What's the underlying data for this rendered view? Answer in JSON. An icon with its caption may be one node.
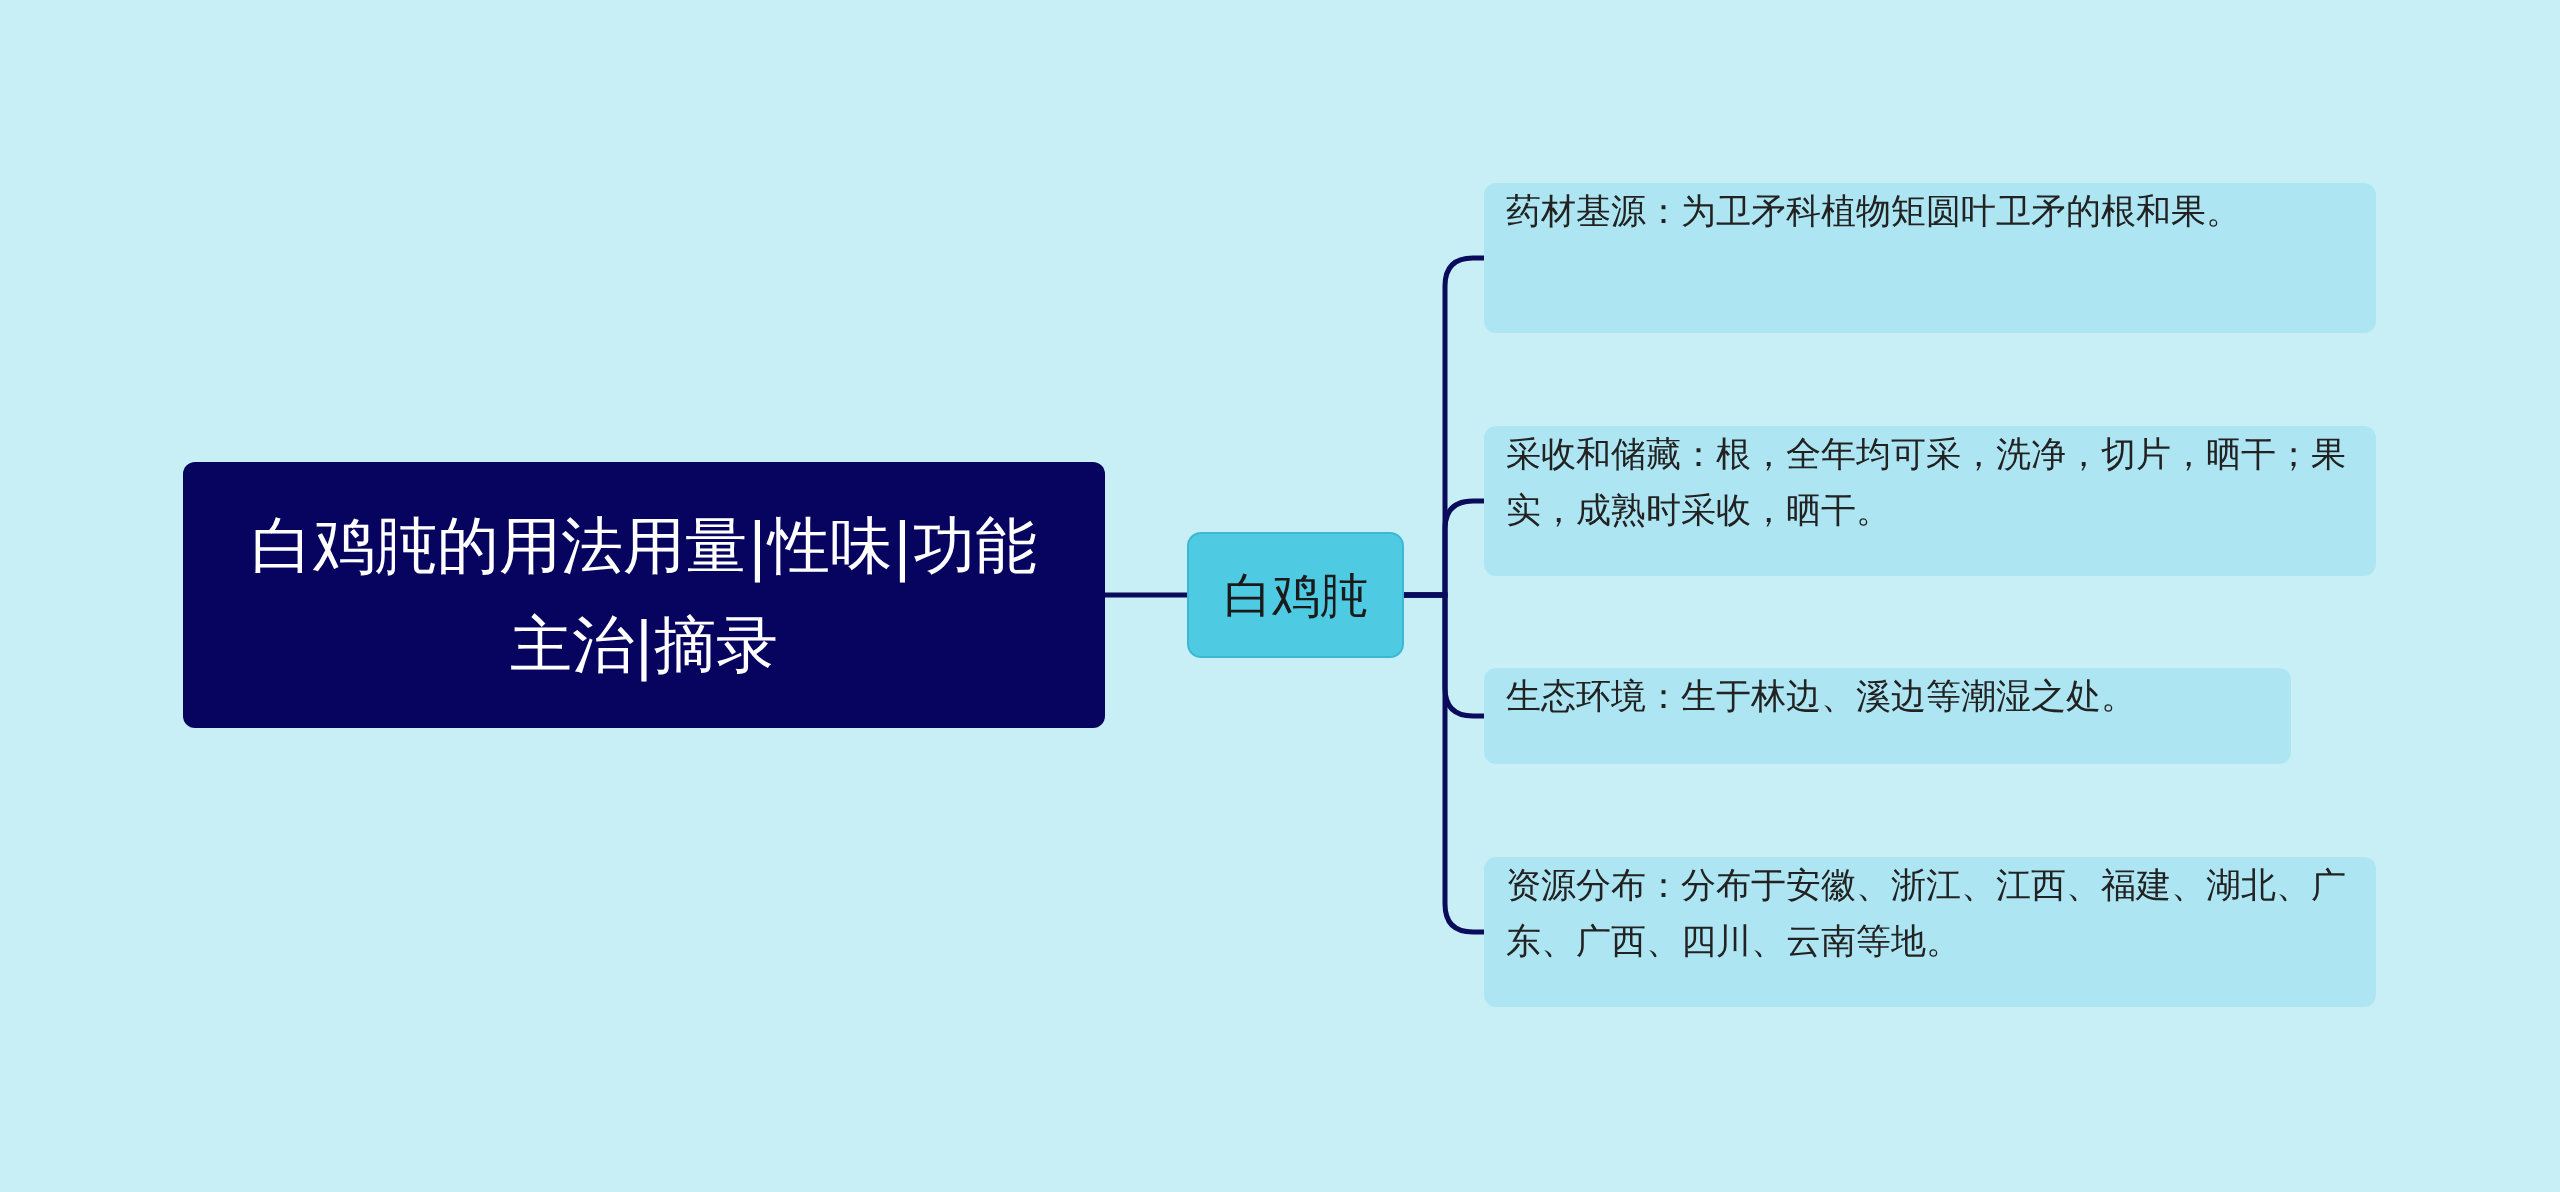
{
  "diagram": {
    "nodes": [
      {
        "text": [
          "白鸡肫的用法用量|性味|功能主治|摘录"
        ]
      },
      {
        "text": [
          "白鸡肫"
        ]
      },
      {
        "text": [
          "药材基源：为卫矛科植物矩圆叶卫矛的根和果。"
        ]
      },
      {
        "text": [
          "采收和储藏：根，全年均可采，洗净，切片，晒干；果实，成熟时采收，晒干。"
        ]
      },
      {
        "text": [
          "生态环境：生于林边、溪边等潮湿之处。"
        ]
      },
      {
        "text": [
          "资源分布：分布于安徽、浙江、江西、福建、湖北、广东、广西、四川、云南等地。"
        ]
      }
    ],
    "edges": [
      {
        "from": 0,
        "to": 1,
        "arrow": "none"
      },
      {
        "from": 1,
        "to": 2,
        "arrow": "none"
      },
      {
        "from": 1,
        "to": 3,
        "arrow": "none"
      },
      {
        "from": 1,
        "to": 4,
        "arrow": "none"
      },
      {
        "from": 1,
        "to": 5,
        "arrow": "none"
      }
    ]
  }
}
